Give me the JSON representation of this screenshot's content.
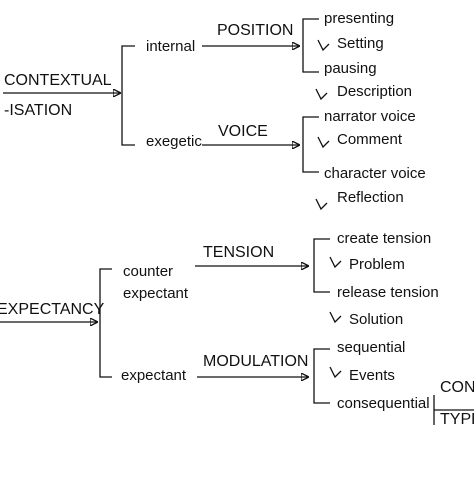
{
  "top": {
    "root_line1": "CONTEXTUAL",
    "root_line2": "-ISATION",
    "internal": {
      "label": "internal",
      "system": "POSITION",
      "options": [
        "presenting",
        "Setting",
        "pausing",
        "Description"
      ]
    },
    "exegetic": {
      "label": "exegetic",
      "system": "VOICE",
      "options": [
        "narrator voice",
        "Comment",
        "character voice",
        "Reflection"
      ]
    }
  },
  "bottom": {
    "root": "EXPECTANCY",
    "counter": {
      "label_line1": "counter",
      "label_line2": "expectant",
      "system": "TENSION",
      "options": [
        "create tension",
        "Problem",
        "release tension",
        "Solution"
      ]
    },
    "expectant": {
      "label": "expectant",
      "system": "MODULATION",
      "options": [
        "sequential",
        "Events",
        "consequential"
      ]
    }
  },
  "partial": {
    "line1": "CON",
    "line2": "TYPE"
  }
}
